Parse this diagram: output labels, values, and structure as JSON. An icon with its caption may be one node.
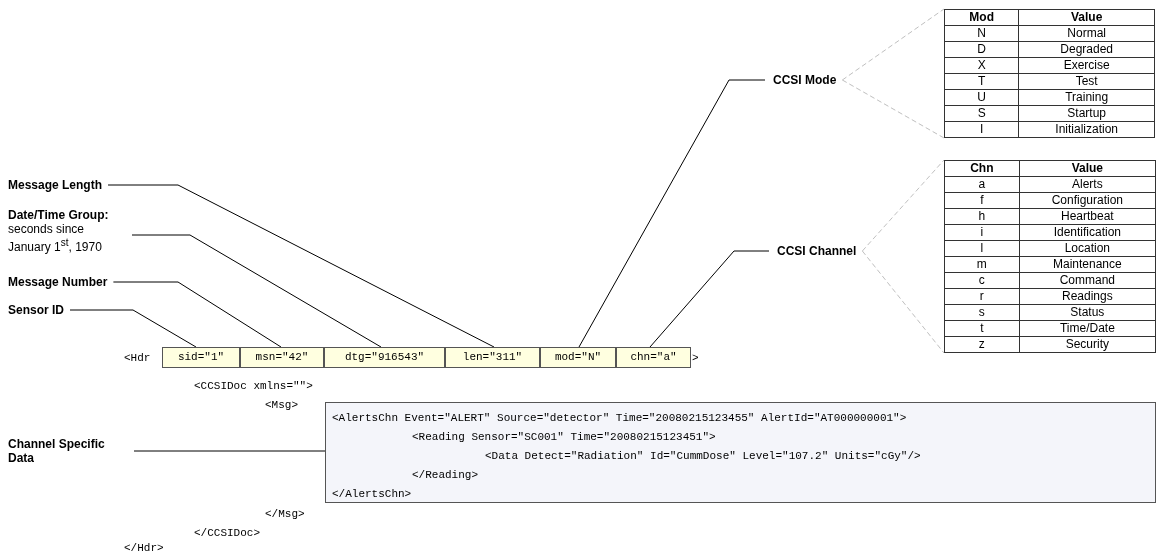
{
  "diagram": {
    "nodes": [
      {
        "text": [
          "Message Length"
        ]
      },
      {
        "text": [
          "**Date/Time Group**:",
          "seconds since January 1$^{st}$, 1970"
        ]
      },
      {
        "text": [
          "Message Number"
        ]
      },
      {
        "text": [
          "Sensor ID"
        ]
      },
      {
        "text": [
          "CCSI Mode"
        ]
      },
      {
        "text": [
          "CCSI Channel"
        ]
      },
      {
        "text": [
          "Channel Specific Data"
        ]
      },
      {
        "text": [
          "sid=\"1\""
        ]
      },
      {
        "text": [
          "msn=\"42\""
        ]
      },
      {
        "text": [
          "dtg=\"916543\""
        ]
      },
      {
        "text": [
          "len=\"311\""
        ]
      },
      {
        "text": [
          "mod=\"N\""
        ]
      },
      {
        "text": [
          "chn=\"a\""
        ]
      },
      {
        "text": [
          "<AlertsChn Event=\"ALERT\" Source=\"detector\" Time=\"20080215123455\" AlertId=\"AT000000001\">",
          "<Reading Sensor=\"SC001\" Time=\"20080215123451\">",
          "<Data Detect=\"Radiation\" Id=\"CummDose\" Level=\"107.2\" Units=\"cGy\"/>",
          "</Reading>",
          "</AlertsChn>"
        ]
      },
      {
        "text": [
          "Mod",
          "Value",
          "N",
          "Normal",
          "D",
          "Degraded",
          "X",
          "Exercise",
          "T",
          "Test",
          "U",
          "Training",
          "S",
          "Startup",
          "I",
          "Initialization"
        ]
      },
      {
        "text": [
          "Chn",
          "Value",
          "a",
          "Alerts",
          "f",
          "Configuration",
          "h",
          "Heartbeat",
          "i",
          "Identification",
          "l",
          "Location",
          "m",
          "Maintenance",
          "c",
          "Command",
          "r",
          "Readings",
          "s",
          "Status",
          "t",
          "Time/Date",
          "z",
          "Security"
        ]
      }
    ],
    "edges": [
      {
        "from": 0,
        "to": 10,
        "arrow": "none"
      },
      {
        "from": 1,
        "to": 9,
        "arrow": "none"
      },
      {
        "from": 2,
        "to": 8,
        "arrow": "none"
      },
      {
        "from": 3,
        "to": 7,
        "arrow": "none"
      },
      {
        "from": 4,
        "to": 11,
        "arrow": "none"
      },
      {
        "from": 5,
        "to": 12,
        "arrow": "none"
      },
      {
        "from": 6,
        "to": 13,
        "arrow": "none"
      },
      {
        "from": 4,
        "to": 14,
        "arrow": "none",
        "style": "dashed",
        "color": "#c0c0c0"
      },
      {
        "from": 4,
        "to": 14,
        "arrow": "none",
        "style": "dashed",
        "color": "#c0c0c0"
      },
      {
        "from": 5,
        "to": 15,
        "arrow": "none",
        "style": "dashed",
        "color": "#c0c0c0"
      },
      {
        "from": 5,
        "to": 15,
        "arrow": "none",
        "style": "dashed",
        "color": "#c0c0c0"
      }
    ],
    "labels": [
      "<Hdr",
      ">",
      "<CCSIDoc xmlns=\"\">",
      "<Msg>",
      "</Msg>",
      "</CCSIDoc>",
      "</Hdr>"
    ]
  }
}
